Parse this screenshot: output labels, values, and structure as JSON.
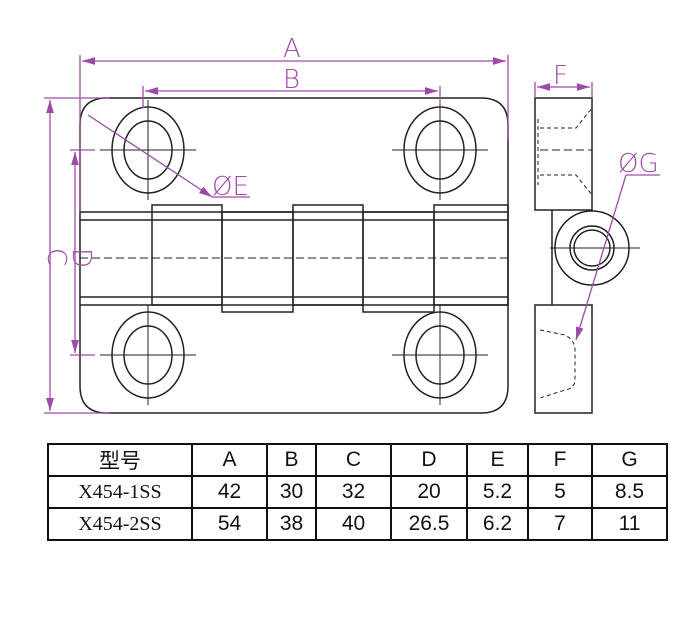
{
  "drawing": {
    "dimension_labels": {
      "A": "A",
      "B": "B",
      "C": "C",
      "D": "D",
      "E": "ØE",
      "F": "F",
      "G": "ØG"
    },
    "colors": {
      "dimension": "#a04aa8",
      "outline": "#222222"
    }
  },
  "table": {
    "headers": [
      "型号",
      "A",
      "B",
      "C",
      "D",
      "E",
      "F",
      "G"
    ],
    "rows": [
      [
        "X454-1SS",
        "42",
        "30",
        "32",
        "20",
        "5.2",
        "5",
        "8.5"
      ],
      [
        "X454-2SS",
        "54",
        "38",
        "40",
        "26.5",
        "6.2",
        "7",
        "11"
      ]
    ]
  }
}
